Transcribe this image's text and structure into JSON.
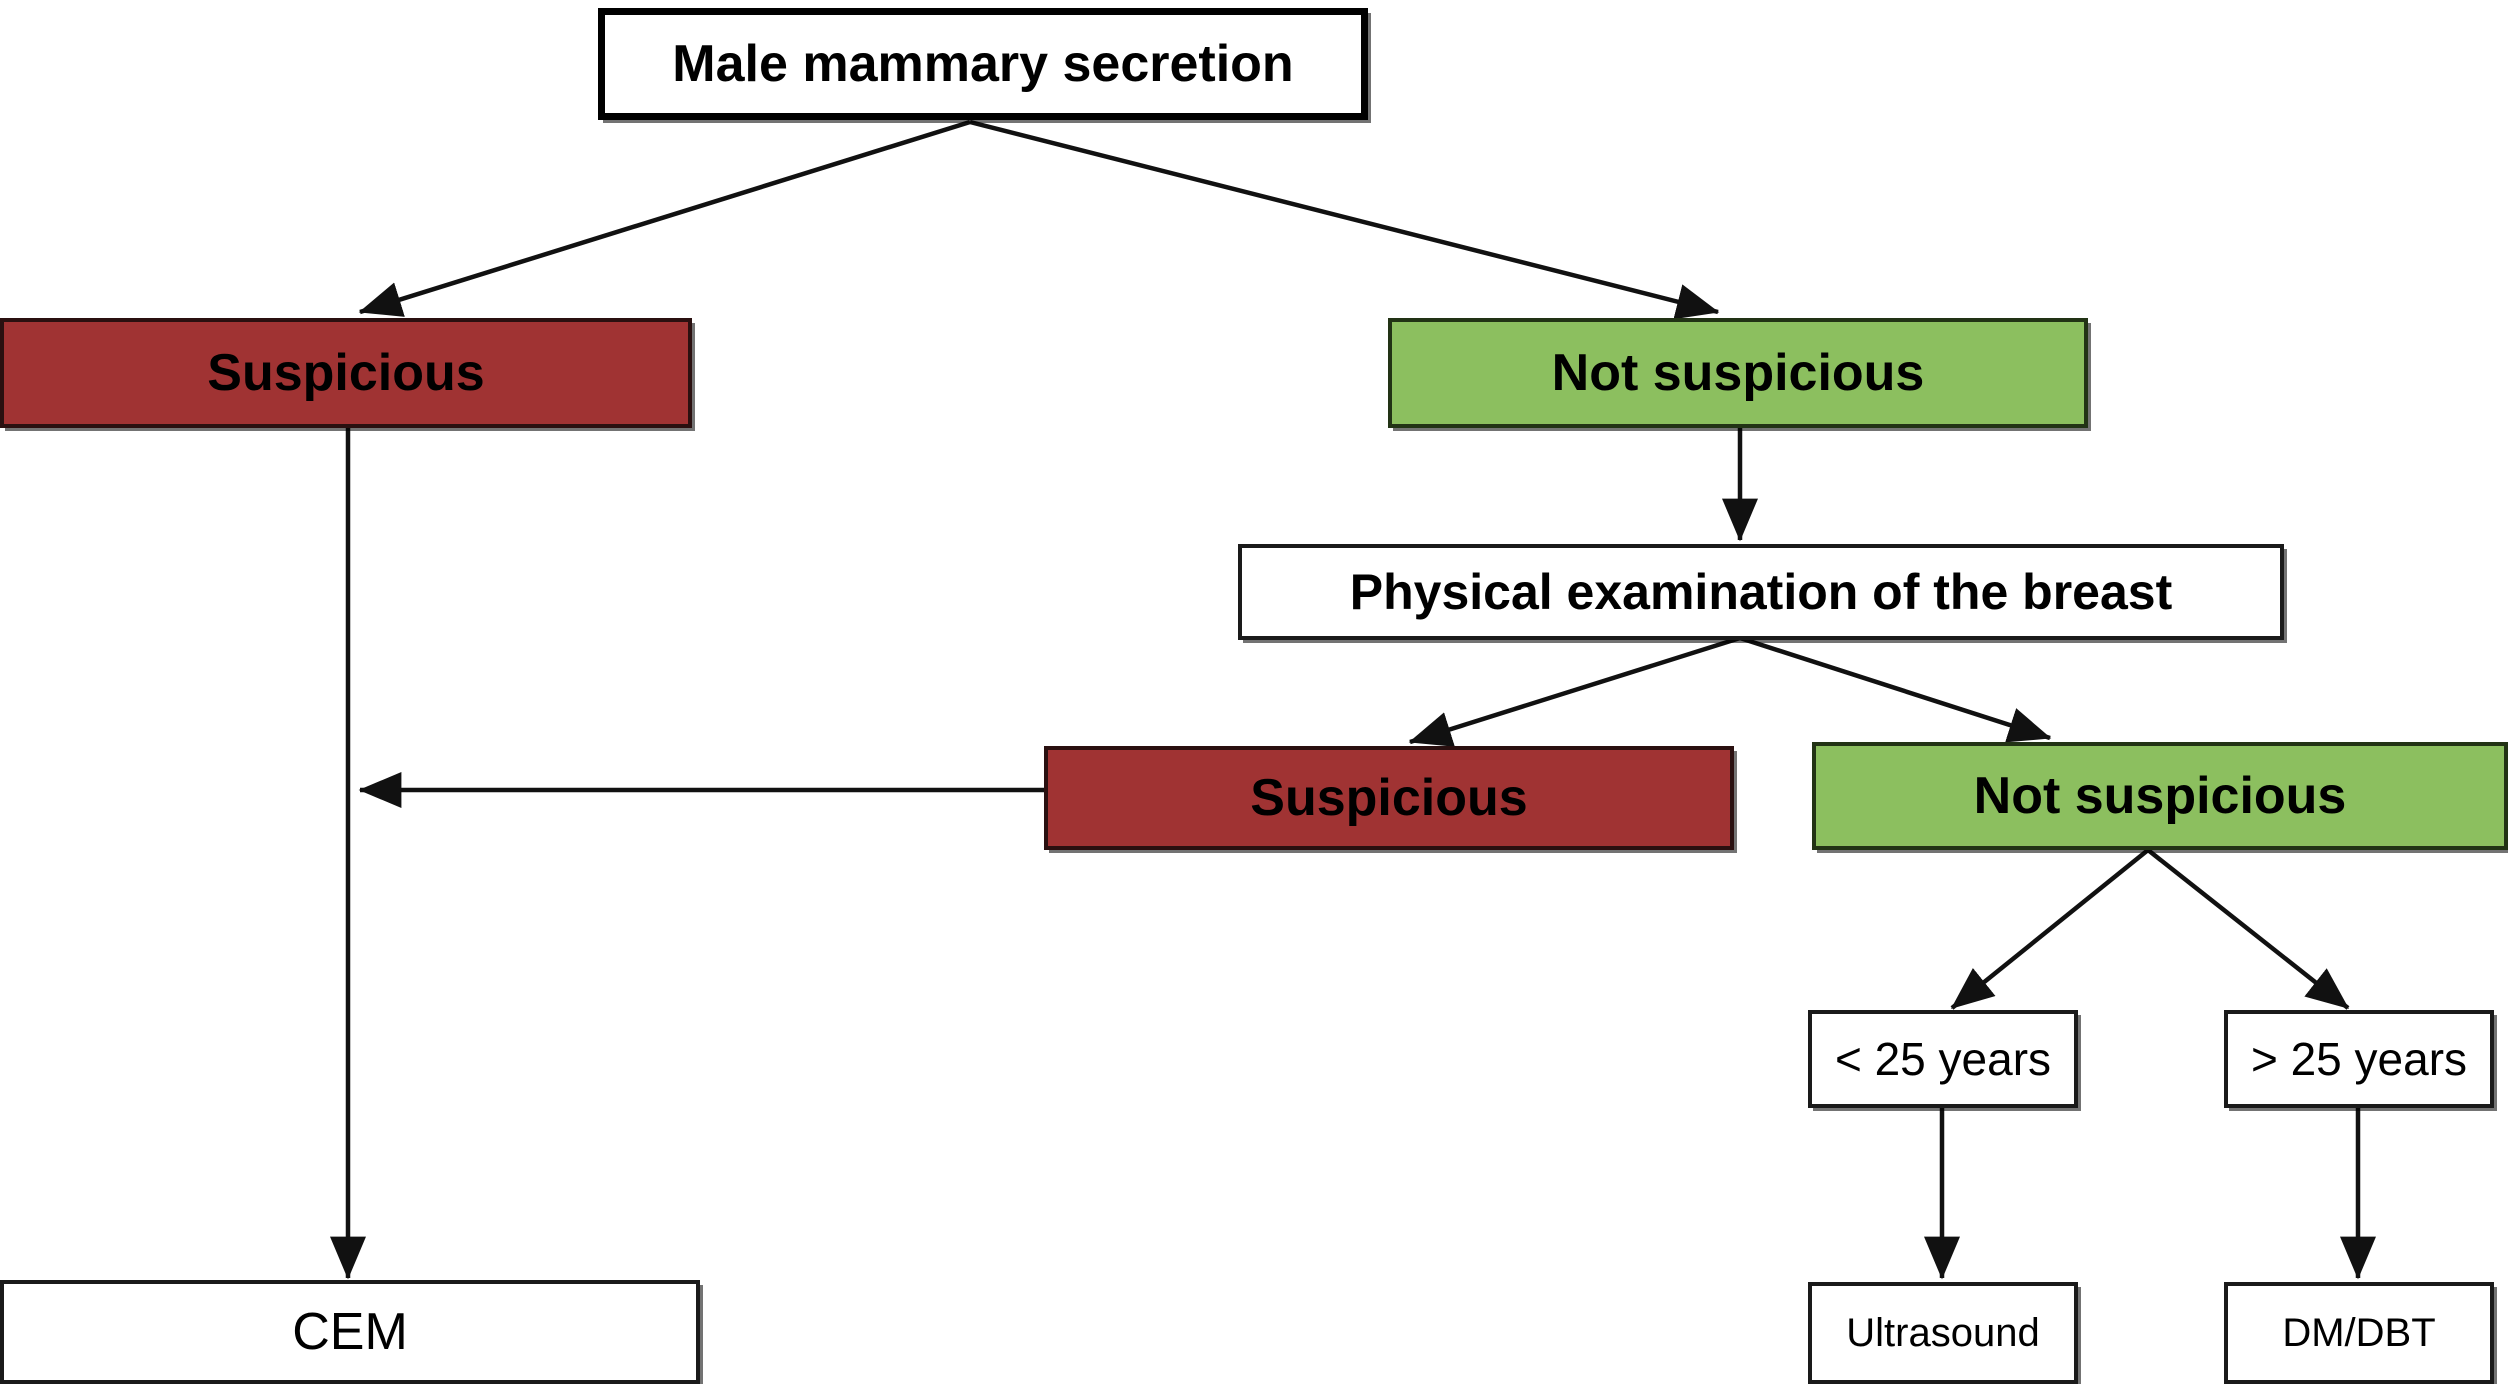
{
  "diagram": {
    "title": "Male mammary secretion diagnostic pathway",
    "type": "flowchart",
    "background_color": "#ffffff",
    "colors": {
      "suspicious_red": "#A03333",
      "not_suspicious_green": "#8CBF5F",
      "box_border": "#1a1a1a",
      "text": "#000000"
    }
  },
  "nodes": {
    "root": {
      "label": "Male mammary secretion"
    },
    "suspicious_1": {
      "label": "Suspicious"
    },
    "not_suspicious_1": {
      "label": "Not suspicious"
    },
    "physical_exam": {
      "label": "Physical examination of the breast"
    },
    "suspicious_2": {
      "label": "Suspicious"
    },
    "not_suspicious_2": {
      "label": "Not suspicious"
    },
    "age_under_25": {
      "label": "< 25 years"
    },
    "age_over_25": {
      "label": "> 25 years"
    },
    "cem": {
      "label": "CEM"
    },
    "ultrasound": {
      "label": "Ultrasound"
    },
    "dm_dbt": {
      "label": "DM/DBT"
    }
  },
  "edges": [
    {
      "from": "root",
      "to": "suspicious_1"
    },
    {
      "from": "root",
      "to": "not_suspicious_1"
    },
    {
      "from": "not_suspicious_1",
      "to": "physical_exam"
    },
    {
      "from": "physical_exam",
      "to": "suspicious_2"
    },
    {
      "from": "physical_exam",
      "to": "not_suspicious_2"
    },
    {
      "from": "suspicious_2",
      "to": "cem"
    },
    {
      "from": "suspicious_1",
      "to": "cem"
    },
    {
      "from": "not_suspicious_2",
      "to": "age_under_25"
    },
    {
      "from": "not_suspicious_2",
      "to": "age_over_25"
    },
    {
      "from": "age_under_25",
      "to": "ultrasound"
    },
    {
      "from": "age_over_25",
      "to": "dm_dbt"
    }
  ]
}
